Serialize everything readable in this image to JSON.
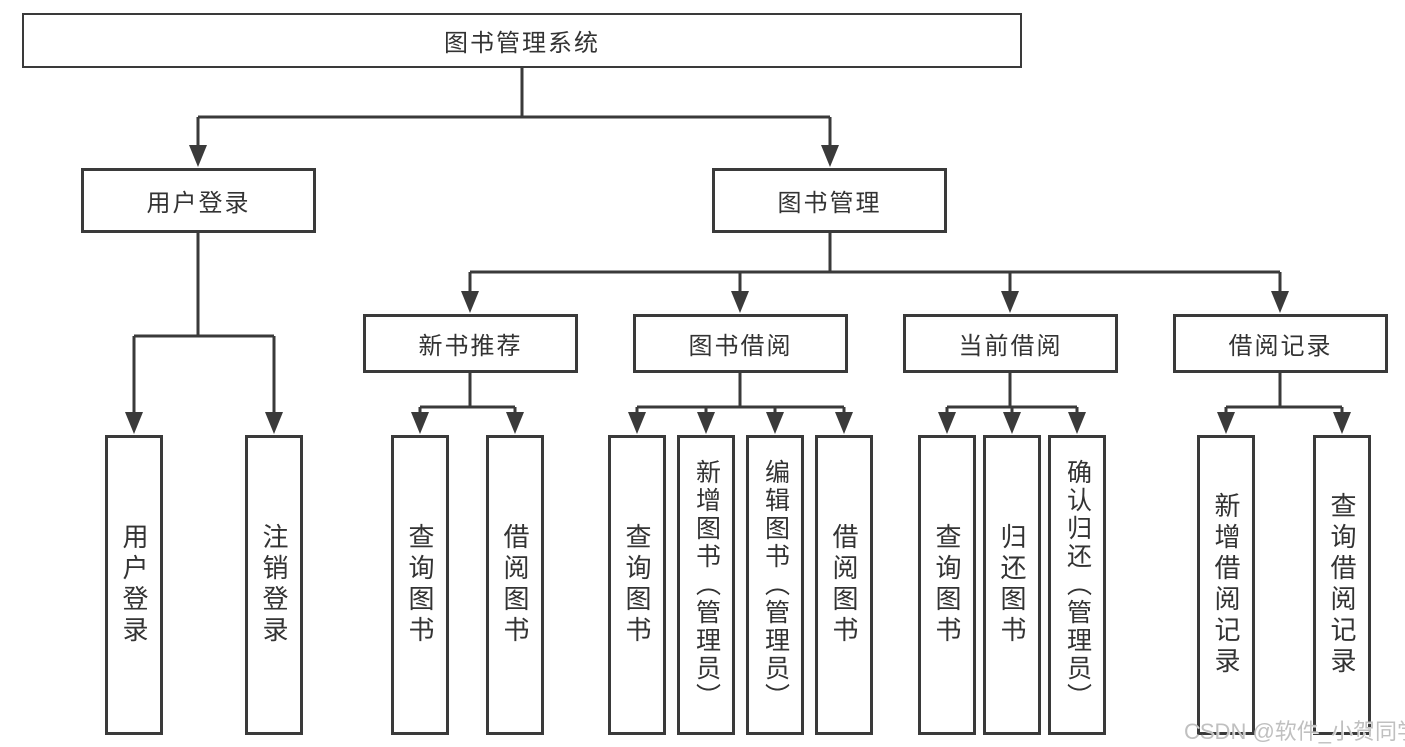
{
  "nodes": {
    "root": "图书管理系统",
    "user_login": "用户登录",
    "book_management": "图书管理",
    "new_book_recommend": "新书推荐",
    "book_borrowing": "图书借阅",
    "current_borrowing": "当前借阅",
    "borrowing_records": "借阅记录",
    "user_login_children": [
      "用户登录",
      "注销登录"
    ],
    "new_book_children": [
      "查询图书",
      "借阅图书"
    ],
    "book_borrowing_children": [
      "查询图书",
      "新增图书（管理员）",
      "编辑图书（管理员）",
      "借阅图书"
    ],
    "current_borrowing_children": [
      "查询图书",
      "归还图书",
      "确认归还（管理员）"
    ],
    "borrowing_records_children": [
      "新增借阅记录",
      "查询借阅记录"
    ]
  },
  "watermark": "CSDN @软件_小贺同学",
  "colors": {
    "line": "#3a3a3a",
    "text": "#333333",
    "watermark": "#c0c0c0",
    "background": "#ffffff"
  }
}
